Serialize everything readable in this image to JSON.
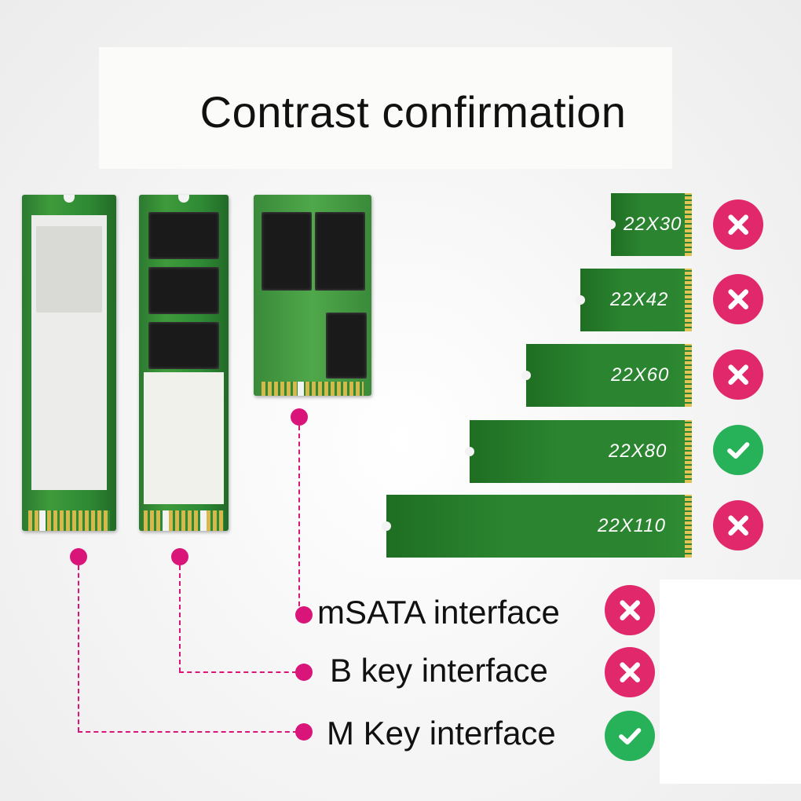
{
  "title": "Contrast confirmation",
  "sizes": [
    {
      "label": "22X30",
      "status": "incompatible"
    },
    {
      "label": "22X42",
      "status": "incompatible"
    },
    {
      "label": "22X60",
      "status": "incompatible"
    },
    {
      "label": "22X80",
      "status": "compatible"
    },
    {
      "label": "22X110",
      "status": "incompatible"
    }
  ],
  "interfaces": [
    {
      "label": "mSATA interface",
      "status": "incompatible"
    },
    {
      "label": "B key interface",
      "status": "incompatible"
    },
    {
      "label": "M Key interface",
      "status": "compatible"
    }
  ],
  "icons": {
    "incompatible": "x-mark-icon",
    "compatible": "check-mark-icon"
  },
  "colors": {
    "incompatible": "#e1286a",
    "compatible": "#27b158",
    "connector": "#d9157a",
    "pcb": "#2e8a34"
  }
}
